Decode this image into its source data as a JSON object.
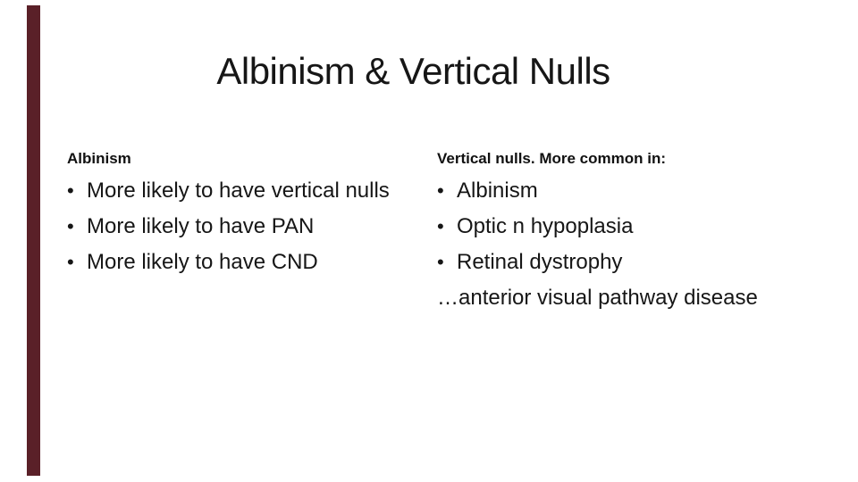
{
  "slide": {
    "background": "#ffffff",
    "text_color": "#161616",
    "title": "Albinism & Vertical Nulls"
  },
  "accent_bar": {
    "color": "#5a2028"
  },
  "glyphs": {
    "bullet": "•"
  },
  "columns": {
    "left": {
      "header": "Albinism",
      "items": [
        "More likely to have vertical nulls",
        "More likely to have PAN",
        "More likely to have CND"
      ]
    },
    "right": {
      "header": "Vertical nulls. More common in:",
      "items": [
        "Albinism",
        "Optic n hypoplasia",
        "Retinal dystrophy"
      ],
      "footer": "…anterior visual pathway disease"
    }
  }
}
